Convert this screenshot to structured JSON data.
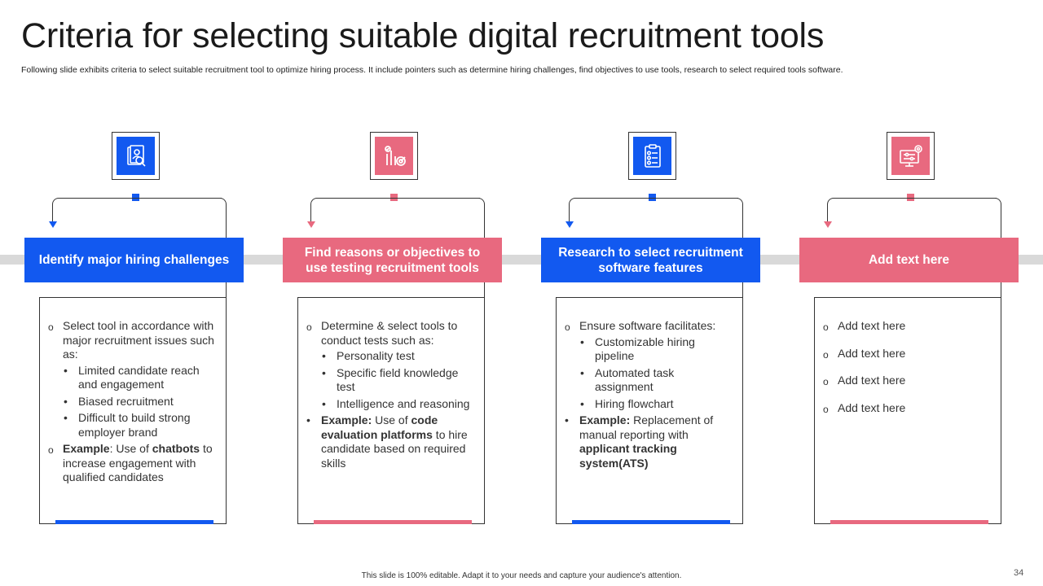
{
  "slide": {
    "title": "Criteria for selecting suitable digital recruitment tools",
    "subtitle": "Following slide exhibits criteria to select suitable recruitment tool to optimize hiring process. It include pointers such as determine hiring challenges, find objectives to use tools, research to select required tools software.",
    "footer": "This slide is 100% editable. Adapt it to your needs and capture your audience's attention.",
    "page_number": "34"
  },
  "colors": {
    "blue": "#1259f0",
    "pink": "#e8697f",
    "band": "#d9d9d9"
  },
  "columns": [
    {
      "icon": "candidate-search-icon",
      "header": "Identify major hiring challenges",
      "items": [
        {
          "text": "Select tool in accordance with major recruitment issues such as:"
        },
        {
          "text": "Limited candidate reach and engagement"
        },
        {
          "text": "Biased recruitment"
        },
        {
          "text": "Difficult to build strong employer brand"
        },
        {
          "bold1": "Example",
          "t1": ": Use of ",
          "bold2": "chatbots",
          "t2": " to increase engagement with qualified candidates"
        }
      ]
    },
    {
      "icon": "analytics-target-icon",
      "header": "Find reasons or objectives to use testing recruitment tools",
      "items": [
        {
          "text": "Determine & select tools to conduct tests such as:"
        },
        {
          "text": "Personality test"
        },
        {
          "text": "Specific field knowledge test"
        },
        {
          "text": "Intelligence and reasoning"
        },
        {
          "bold1": "Example:",
          "t1": " Use of ",
          "bold2": "code evaluation platforms",
          "t2": " to hire candidate based on required skills"
        }
      ]
    },
    {
      "icon": "checklist-icon",
      "header": "Research to select recruitment software features",
      "items": [
        {
          "text": "Ensure software facilitates:"
        },
        {
          "text": "Customizable hiring pipeline"
        },
        {
          "text": "Automated task assignment"
        },
        {
          "text": "Hiring flowchart"
        },
        {
          "bold1": "Example:",
          "t1": " Replacement of manual reporting with ",
          "bold2": "applicant tracking system(ATS)"
        }
      ]
    },
    {
      "icon": "monitor-gear-icon",
      "header": "Add text here",
      "items": [
        {
          "text": "Add text here"
        },
        {
          "text": "Add text here"
        },
        {
          "text": "Add text here"
        },
        {
          "text": "Add text here"
        }
      ]
    }
  ]
}
